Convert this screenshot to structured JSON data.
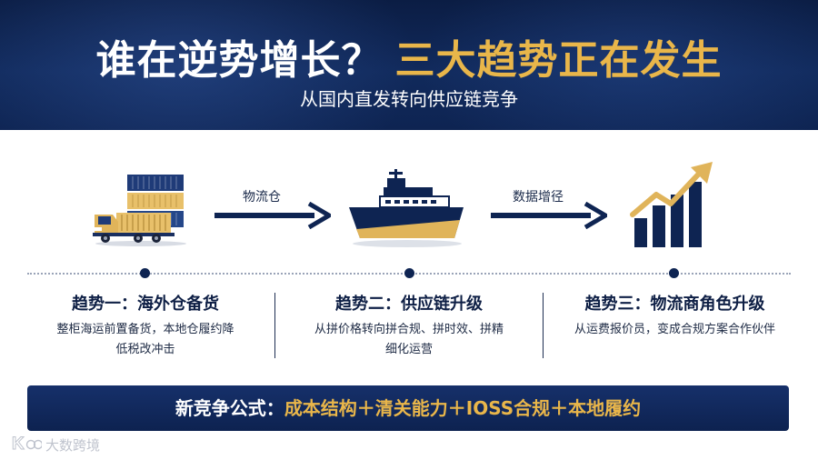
{
  "header": {
    "title_white": "谁在逆势增长？",
    "title_gold": "三大趋势正在发生",
    "subtitle": "从国内直发转向供应链竞争"
  },
  "arrows": [
    {
      "label": "物流仓"
    },
    {
      "label": "数据增径"
    }
  ],
  "icons": {
    "left": "container-truck-icon",
    "middle": "cargo-ship-icon",
    "right": "growth-chart-icon"
  },
  "trends": [
    {
      "title": "趋势一：海外仓备货",
      "desc_line1": "整柜海运前置备货，本地仓履约降",
      "desc_line2": "低税改冲击"
    },
    {
      "title": "趋势二：供应链升级",
      "desc_line1": "从拼价格转向拼合规、拼时效、拼精",
      "desc_line2": "细化运营"
    },
    {
      "title": "趋势三：物流商角色升级",
      "desc_line1": "从运费报价员，变成合规方案合作伙伴",
      "desc_line2": ""
    }
  ],
  "formula": {
    "prefix": "新竞争公式：",
    "items": "成本结构＋清关能力＋IOSS合规＋本地履约"
  },
  "watermark": {
    "text": "大数跨境",
    "logo": "k-logo-icon"
  },
  "colors": {
    "navy": "#0e2452",
    "gold": "#e9b64a",
    "white": "#ffffff"
  }
}
